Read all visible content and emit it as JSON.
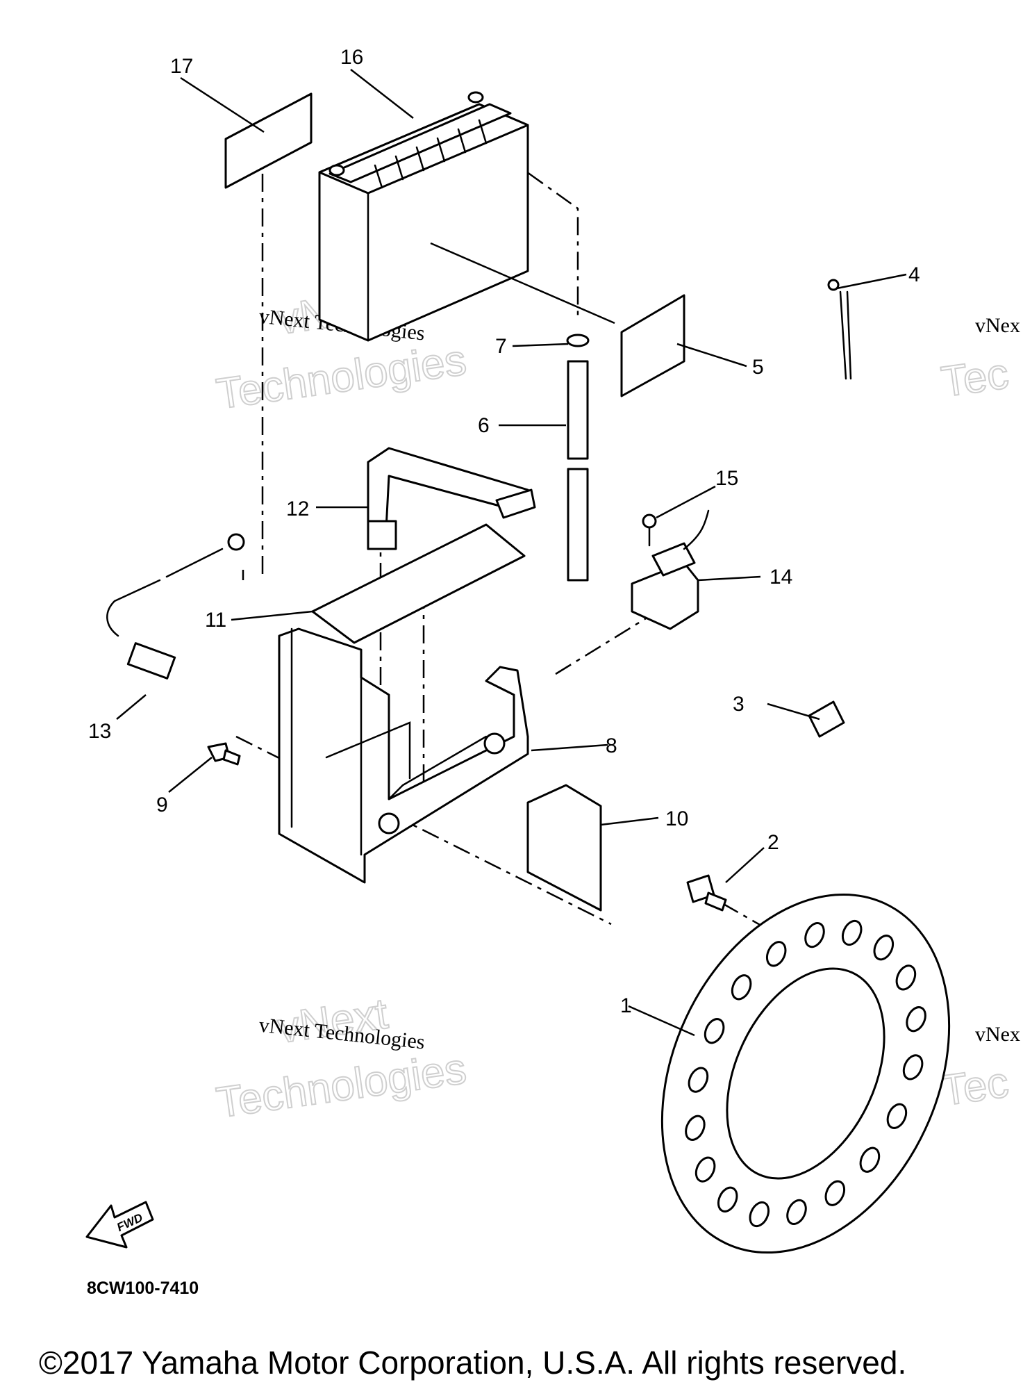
{
  "callouts": [
    "1",
    "2",
    "3",
    "4",
    "5",
    "6",
    "7",
    "8",
    "9",
    "10",
    "11",
    "12",
    "13",
    "14",
    "15",
    "16",
    "17"
  ],
  "watermark": {
    "line": "vNext Technologies",
    "line_partial": "vNex",
    "big_top": "vNext",
    "big_bottom": "Technologies",
    "big_partial": "Tec"
  },
  "fwd_label": "FWD",
  "diagram_code": "8CW100-7410",
  "copyright": "©2017 Yamaha Motor Corporation, U.S.A. All rights reserved."
}
